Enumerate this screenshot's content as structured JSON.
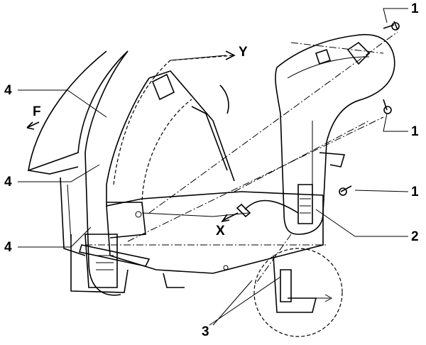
{
  "labels": {
    "one_top": "1",
    "one_middle": "1",
    "one_lower": "1",
    "two": "2",
    "three": "3",
    "four_top": "4",
    "four_middle": "4",
    "four_bottom": "4",
    "direction_f": "F",
    "direction_x": "X",
    "direction_y": "Y"
  }
}
